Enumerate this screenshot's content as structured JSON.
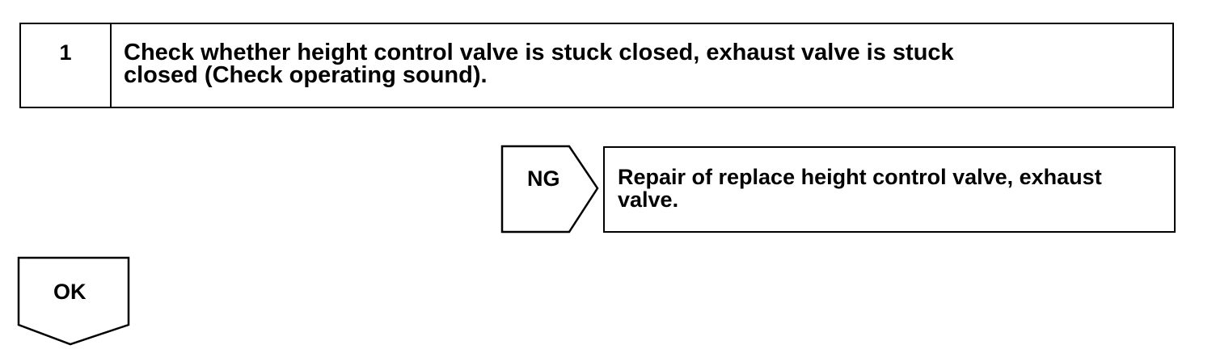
{
  "step": {
    "number": "1",
    "text": "Check whether height control valve is stuck closed, exhaust valve is stuck\nclosed (Check operating sound)."
  },
  "ng_branch": {
    "label": "NG",
    "action": "Repair of replace height control valve, exhaust\nvalve."
  },
  "ok_branch": {
    "label": "OK"
  }
}
